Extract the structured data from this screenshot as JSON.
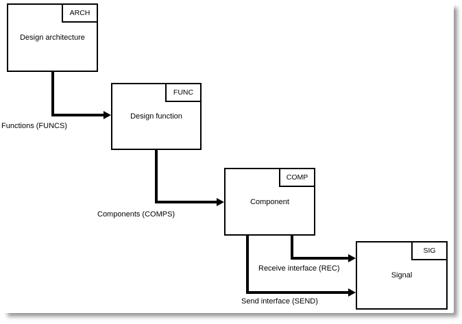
{
  "diagram": {
    "nodes": [
      {
        "label": "Design architecture",
        "tag": "ARCH"
      },
      {
        "label": "Design function",
        "tag": "FUNC"
      },
      {
        "label": "Component",
        "tag": "COMP"
      },
      {
        "label": "Signal",
        "tag": "SIG"
      }
    ],
    "edges": [
      {
        "label": "Functions (FUNCS)",
        "from": "Design architecture",
        "to": "Design function"
      },
      {
        "label": "Components (COMPS)",
        "from": "Design function",
        "to": "Component"
      },
      {
        "label": "Receive interface (REC)",
        "from": "Component",
        "to": "Signal"
      },
      {
        "label": "Send interface (SEND)",
        "from": "Component",
        "to": "Signal"
      }
    ],
    "colors": {
      "line": "#000000",
      "box_background": "#ffffff",
      "canvas_shadow": "#a0a0a0"
    }
  }
}
